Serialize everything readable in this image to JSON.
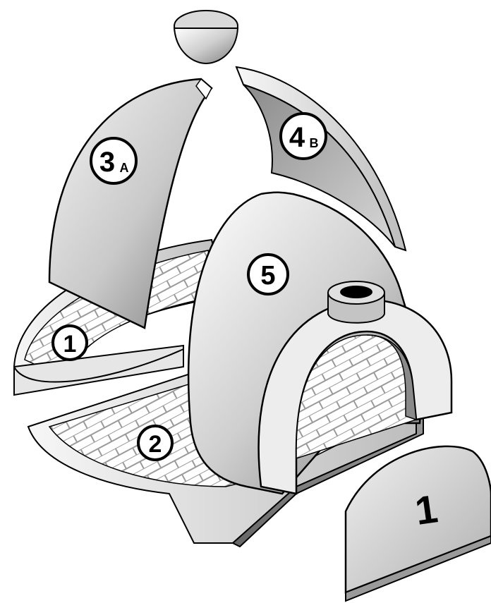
{
  "labels": {
    "part1": "1",
    "part2": "2",
    "part3": "3",
    "part3_sub": "A",
    "part4": "4",
    "part4_sub": "B",
    "part5": "5",
    "door": "1"
  },
  "colors": {
    "outline": "#000000",
    "shade_light": "#f2f2f2",
    "shade_mid": "#bdbdbd",
    "shade_dark": "#7a7a7a",
    "brick_fill": "#ffffff"
  }
}
